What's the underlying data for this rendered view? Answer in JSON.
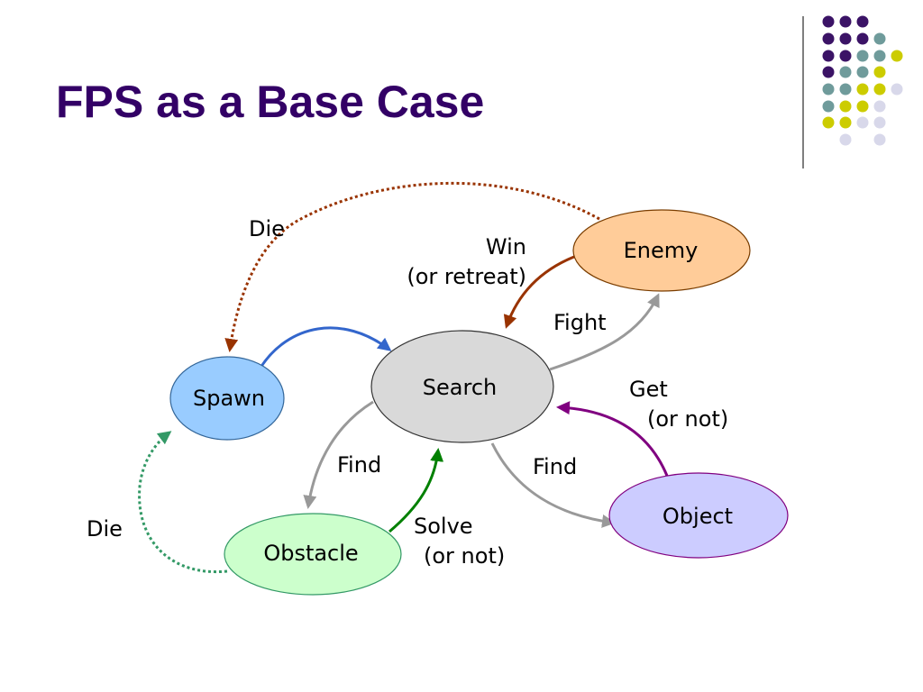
{
  "slide": {
    "title": "FPS as a Base Case"
  },
  "colors": {
    "title": "#330066",
    "dot_purple": "#3b1366",
    "dot_teal": "#6f9b9b",
    "dot_yellow": "#cccc00",
    "dot_lavender": "#d8d8ea",
    "node_search": "#d9d9d9",
    "node_enemy": "#ffcc99",
    "node_spawn": "#99ccff",
    "node_obstacle": "#ccffcc",
    "node_object": "#ccccff",
    "edge_gray": "#999999",
    "edge_blue": "#3366cc",
    "edge_brown": "#993300",
    "edge_purple": "#800080",
    "edge_green": "#008000",
    "edge_teal_dotted": "#339966"
  },
  "nodes": {
    "search": "Search",
    "enemy": "Enemy",
    "spawn": "Spawn",
    "obstacle": "Obstacle",
    "object": "Object"
  },
  "edges": {
    "spawn_to_search": "",
    "search_to_enemy": "Fight",
    "enemy_to_search_line1": "Win",
    "enemy_to_search_line2": "(or retreat)",
    "enemy_to_spawn": "Die",
    "search_to_obstacle": "Find",
    "obstacle_to_search_line1": "Solve",
    "obstacle_to_search_line2": "(or not)",
    "obstacle_to_spawn": "Die",
    "search_to_object": "Find",
    "object_to_search_line1": "Get",
    "object_to_search_line2": "(or not)"
  }
}
